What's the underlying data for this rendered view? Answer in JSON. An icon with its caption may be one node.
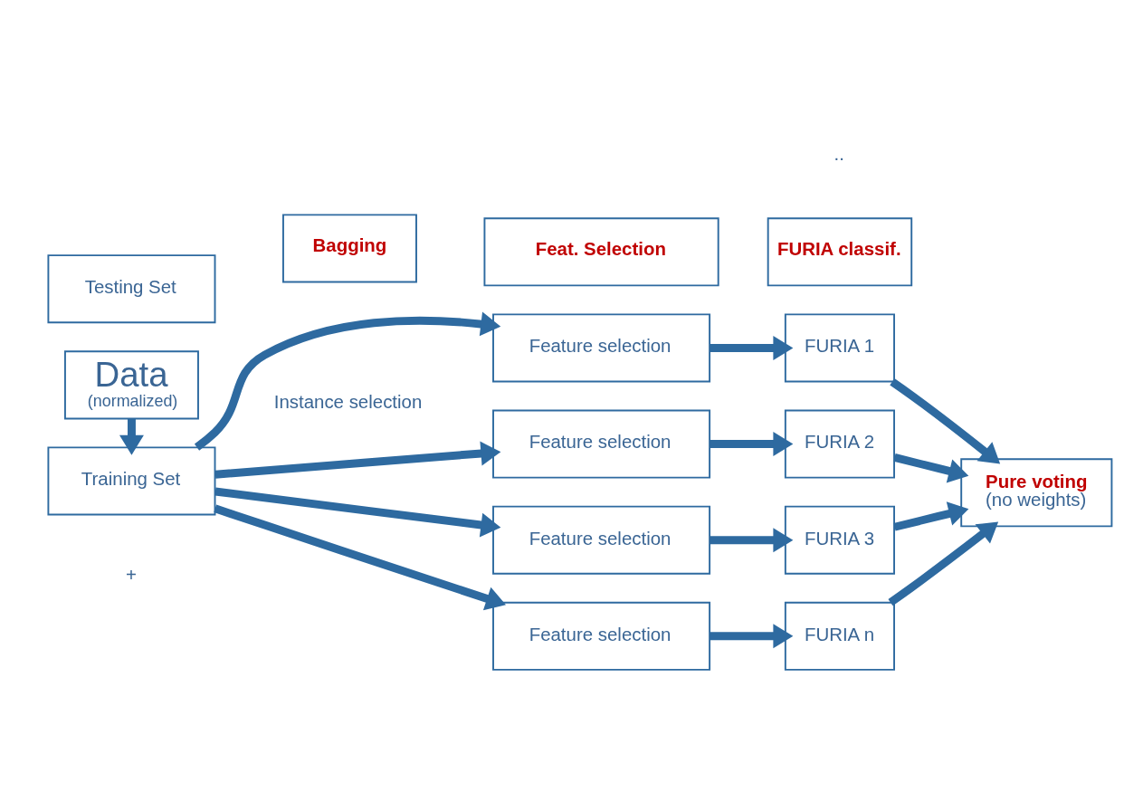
{
  "diagram": {
    "nodes": [
      {
        "text": [
          "Data",
          "(normalized)"
        ]
      },
      {
        "text": [
          "Training Set"
        ]
      },
      {
        "text": [
          "Testing Set"
        ]
      },
      {
        "text": [
          "Feature selection"
        ]
      },
      {
        "text": [
          "Feature selection"
        ]
      },
      {
        "text": [
          "Feature selection"
        ]
      },
      {
        "text": [
          "Feature selection"
        ]
      },
      {
        "text": [
          "FURIA 1"
        ]
      },
      {
        "text": [
          "FURIA 2"
        ]
      },
      {
        "text": [
          "FURIA 3"
        ]
      },
      {
        "text": [
          "FURIA n"
        ]
      },
      {
        "text": [
          "Pure voting",
          "(no weights)"
        ]
      },
      {
        "text": [
          "Bagging"
        ]
      },
      {
        "text": [
          "Feat. Selection"
        ]
      },
      {
        "text": [
          "FURIA classif."
        ]
      }
    ],
    "edges": [
      {
        "from": 0,
        "to": 1,
        "arrow": "to"
      },
      {
        "from": 1,
        "to": 3,
        "arrow": "to"
      },
      {
        "from": 1,
        "to": 4,
        "arrow": "to"
      },
      {
        "from": 1,
        "to": 5,
        "arrow": "to"
      },
      {
        "from": 1,
        "to": 6,
        "arrow": "to"
      },
      {
        "from": 3,
        "to": 7,
        "arrow": "to"
      },
      {
        "from": 4,
        "to": 8,
        "arrow": "to"
      },
      {
        "from": 5,
        "to": 9,
        "arrow": "to"
      },
      {
        "from": 6,
        "to": 10,
        "arrow": "to"
      },
      {
        "from": 7,
        "to": 11,
        "arrow": "to"
      },
      {
        "from": 8,
        "to": 11,
        "arrow": "to"
      },
      {
        "from": 9,
        "to": 11,
        "arrow": "to"
      },
      {
        "from": 10,
        "to": 11,
        "arrow": "to"
      }
    ],
    "labels": [
      "+",
      "..",
      "Instance selection"
    ]
  }
}
